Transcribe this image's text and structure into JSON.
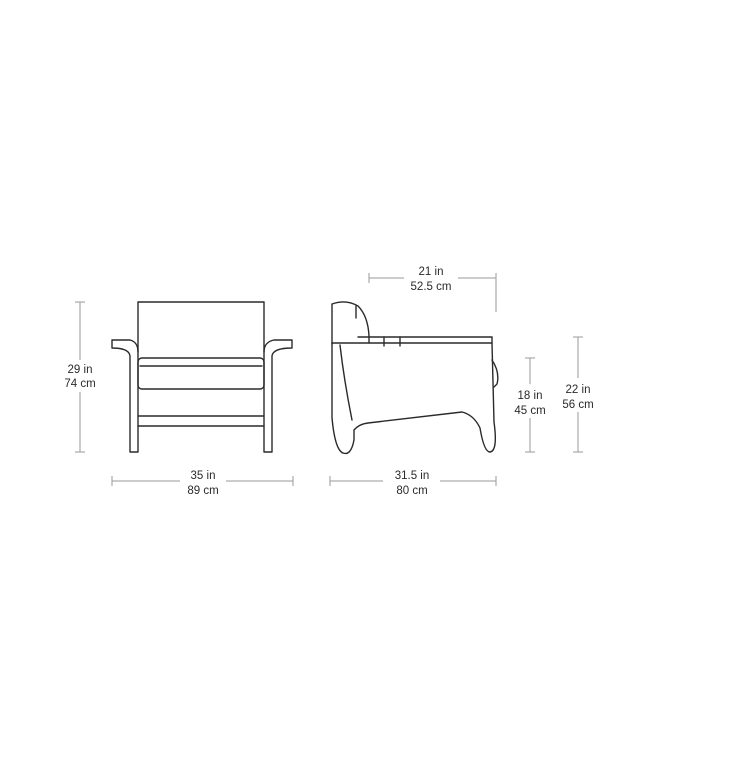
{
  "dimensions": {
    "front_height": {
      "imperial": "29 in",
      "metric": "74 cm"
    },
    "front_width": {
      "imperial": "35 in",
      "metric": "89 cm"
    },
    "seat_depth": {
      "imperial": "21 in",
      "metric": "52.5 cm"
    },
    "seat_height": {
      "imperial": "18 in",
      "metric": "45 cm"
    },
    "arm_height": {
      "imperial": "22 in",
      "metric": "56 cm"
    },
    "side_depth": {
      "imperial": "31.5 in",
      "metric": "80 cm"
    }
  },
  "colors": {
    "outline": "#2a2a2a",
    "dimension_line": "#9a9a9a",
    "background": "#ffffff"
  }
}
